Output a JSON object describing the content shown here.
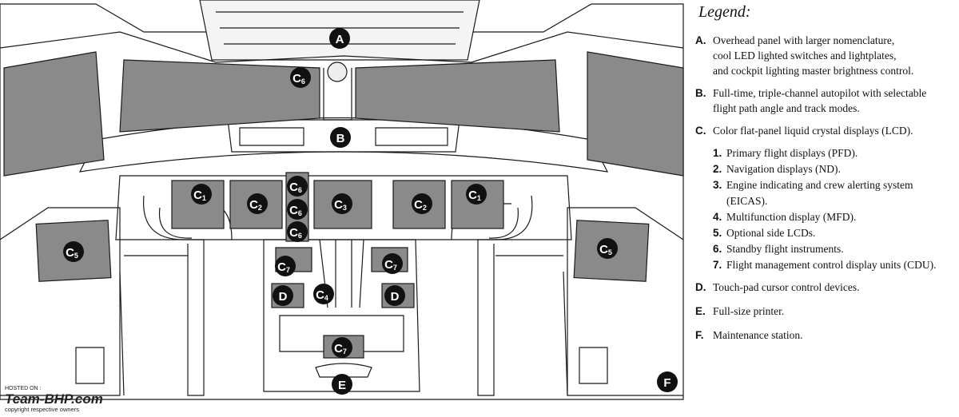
{
  "legend": {
    "title": "Legend:",
    "items": [
      {
        "key": "A.",
        "lines": [
          "Overhead panel with larger nomenclature,",
          "cool LED lighted switches and lightplates,",
          "and cockpit lighting master brightness control."
        ]
      },
      {
        "key": "B.",
        "lines": [
          "Full-time, triple-channel autopilot with selectable",
          "flight path angle and track modes."
        ]
      },
      {
        "key": "C.",
        "lines": [
          "Color flat-panel liquid crystal displays (LCD)."
        ]
      }
    ],
    "subitems": [
      {
        "key": "1.",
        "text": "Primary flight displays (PFD)."
      },
      {
        "key": "2.",
        "text": "Navigation displays (ND)."
      },
      {
        "key": "3.",
        "text": "Engine indicating and crew alerting system (EICAS)."
      },
      {
        "key": "4.",
        "text": "Multifunction display (MFD)."
      },
      {
        "key": "5.",
        "text": "Optional side LCDs."
      },
      {
        "key": "6.",
        "text": "Standby flight instruments."
      },
      {
        "key": "7.",
        "text": "Flight management control display units (CDU)."
      }
    ],
    "items_after": [
      {
        "key": "D.",
        "text": "Touch-pad cursor control devices."
      },
      {
        "key": "E.",
        "text": "Full-size printer."
      },
      {
        "key": "F.",
        "text": "Maintenance station."
      }
    ]
  },
  "callouts": {
    "a": {
      "main": "A",
      "sub": ""
    },
    "b": {
      "main": "B",
      "sub": ""
    },
    "c6_top": {
      "main": "C",
      "sub": "6"
    },
    "c1_left": {
      "main": "C",
      "sub": "1"
    },
    "c2_left": {
      "main": "C",
      "sub": "2"
    },
    "c6_1": {
      "main": "C",
      "sub": "6"
    },
    "c6_2": {
      "main": "C",
      "sub": "6"
    },
    "c6_3": {
      "main": "C",
      "sub": "6"
    },
    "c3": {
      "main": "C",
      "sub": "3"
    },
    "c2_right": {
      "main": "C",
      "sub": "2"
    },
    "c1_right": {
      "main": "C",
      "sub": "1"
    },
    "c5_left": {
      "main": "C",
      "sub": "5"
    },
    "c5_right": {
      "main": "C",
      "sub": "5"
    },
    "c7_left": {
      "main": "C",
      "sub": "7"
    },
    "c7_right": {
      "main": "C",
      "sub": "7"
    },
    "c4": {
      "main": "C",
      "sub": "4"
    },
    "d_left": {
      "main": "D",
      "sub": ""
    },
    "d_right": {
      "main": "D",
      "sub": ""
    },
    "c7_bottom": {
      "main": "C",
      "sub": "7"
    },
    "e": {
      "main": "E",
      "sub": ""
    },
    "f": {
      "main": "F",
      "sub": ""
    }
  },
  "watermark": {
    "hosted": "HOSTED ON :",
    "brand": "Team-BHP.com",
    "copyright": "copyright respective owners"
  },
  "colors": {
    "line": "#1a1a1a",
    "screen": "#8a8a8a",
    "panel": "#ffffff",
    "callout": "#111111",
    "watermark": "#222222",
    "watermark_accent": "#c0392b"
  }
}
